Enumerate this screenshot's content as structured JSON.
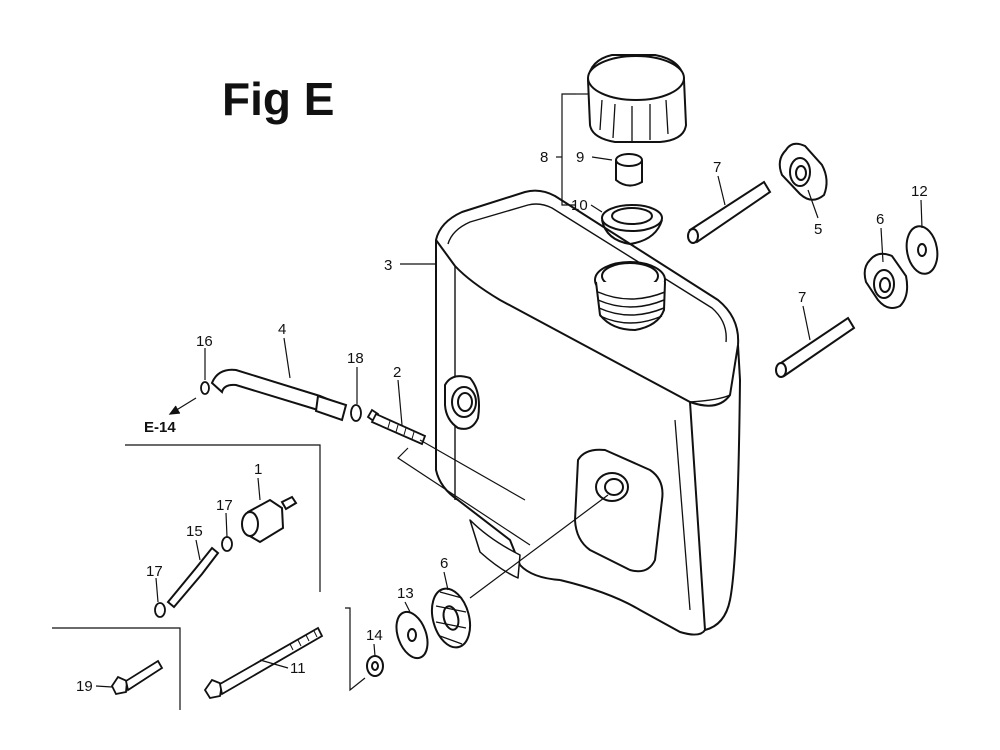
{
  "figure": {
    "title": "Fig E",
    "ref_label": "E-14"
  },
  "callouts": [
    {
      "id": "c1",
      "text": "1"
    },
    {
      "id": "c2",
      "text": "2"
    },
    {
      "id": "c3",
      "text": "3"
    },
    {
      "id": "c4",
      "text": "4"
    },
    {
      "id": "c5",
      "text": "5"
    },
    {
      "id": "c6a",
      "text": "6"
    },
    {
      "id": "c6b",
      "text": "6"
    },
    {
      "id": "c7a",
      "text": "7"
    },
    {
      "id": "c7b",
      "text": "7"
    },
    {
      "id": "c8",
      "text": "8"
    },
    {
      "id": "c9",
      "text": "9"
    },
    {
      "id": "c10",
      "text": "10"
    },
    {
      "id": "c11",
      "text": "11"
    },
    {
      "id": "c12",
      "text": "12"
    },
    {
      "id": "c13",
      "text": "13"
    },
    {
      "id": "c14",
      "text": "14"
    },
    {
      "id": "c15",
      "text": "15"
    },
    {
      "id": "c16",
      "text": "16"
    },
    {
      "id": "c17a",
      "text": "17"
    },
    {
      "id": "c17b",
      "text": "17"
    },
    {
      "id": "c18",
      "text": "18"
    },
    {
      "id": "c19",
      "text": "19"
    }
  ]
}
